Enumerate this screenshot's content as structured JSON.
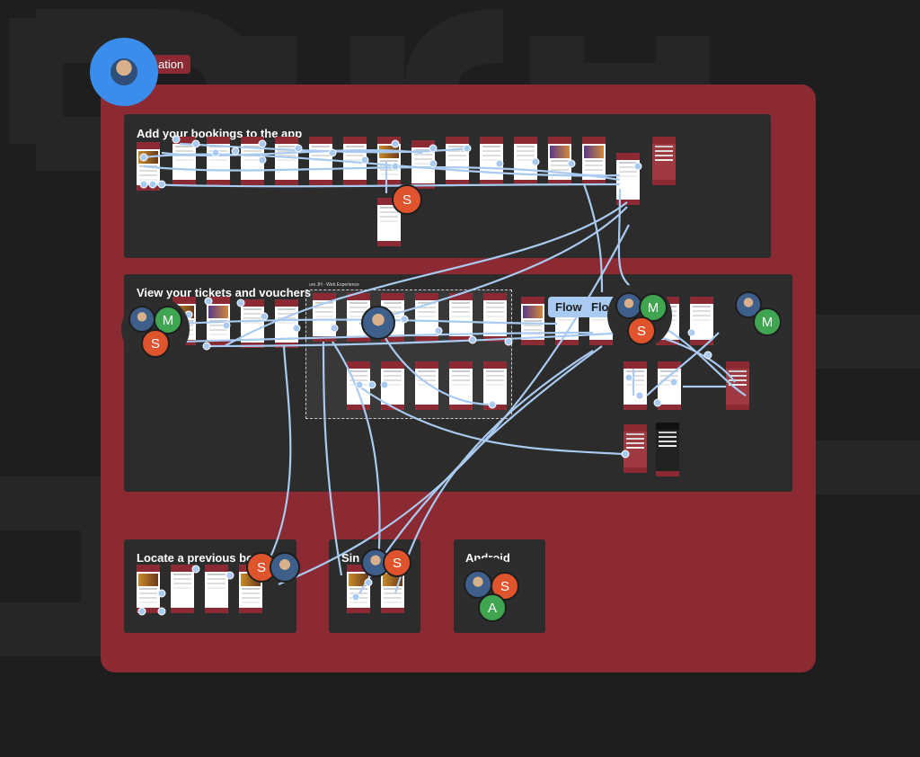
{
  "section_tab": {
    "label": "ation"
  },
  "frames": {
    "add_bookings": {
      "title": "Add your bookings to the app"
    },
    "view_tickets": {
      "title": "View your tickets and vouchers"
    },
    "locate_previous": {
      "title": "Locate a previous bo"
    },
    "sim": {
      "title": "Sin"
    },
    "android": {
      "title": "Android"
    }
  },
  "group_label": "ure JH - Web Experience",
  "flow_tags": [
    "Flow",
    "Flo"
  ],
  "avatars": {
    "s": "S",
    "m": "M",
    "a": "A"
  },
  "colors": {
    "background": "#1e1e1e",
    "section": "#8b2a33",
    "frame": "#2c2c2c",
    "connector": "#a9cbf1",
    "avatar_s": "#e0542d",
    "avatar_m": "#3fa550"
  }
}
